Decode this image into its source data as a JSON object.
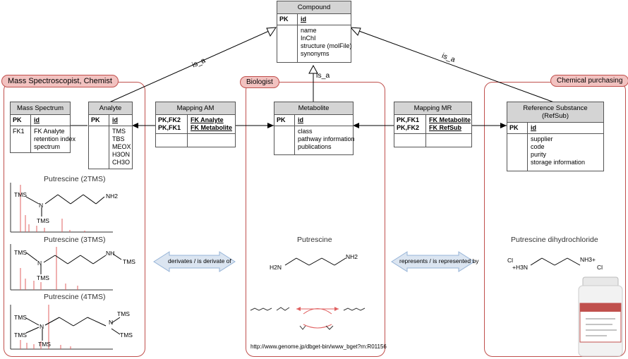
{
  "diagram": {
    "compound": {
      "title": "Compound",
      "pk": "PK",
      "id": "id",
      "attributes": [
        "name",
        "InChI",
        "structure (molFile)",
        "synonyms"
      ]
    },
    "isa_labels": [
      "is_a",
      "is_a",
      "is_a"
    ],
    "panels": {
      "left": "Mass Spectroscopist, Chemist",
      "middle": "Biologist",
      "right": "Chemical purchasing"
    },
    "mass_spectrum": {
      "title": "Mass Spectrum",
      "pk": "PK",
      "id": "id",
      "fk": "FK1",
      "attributes": [
        "FK Analyte",
        "retention index",
        "spectrum"
      ]
    },
    "analyte": {
      "title": "Analyte",
      "pk": "PK",
      "id": "id",
      "attributes": [
        "TMS",
        "TBS",
        "MEOX",
        "H3ON",
        "CH3O"
      ]
    },
    "mapping_am": {
      "title": "Mapping AM",
      "keys": [
        "PK,FK2",
        "PK,FK1"
      ],
      "values": [
        "FK Analyte",
        "FK Metabolite"
      ]
    },
    "metabolite": {
      "title": "Metabolite",
      "pk": "PK",
      "id": "id",
      "attributes": [
        "class",
        "pathway information",
        "publications"
      ]
    },
    "mapping_mr": {
      "title": "Mapping MR",
      "keys": [
        "PK,FK1",
        "PK,FK2"
      ],
      "values": [
        "FK Metabolite",
        "FK RefSub"
      ]
    },
    "reference_substance": {
      "title": "Reference Substance (RefSub)",
      "pk": "PK",
      "id": "id",
      "attributes": [
        "supplier",
        "code",
        "purity",
        "storage information"
      ]
    },
    "left_images": {
      "captions": [
        "Putrescine (2TMS)",
        "Putrescine (3TMS)",
        "Putrescine (4TMS)"
      ],
      "tms": "TMS",
      "n": "N",
      "nh2": "NH2",
      "nh": "NH"
    },
    "arrows": {
      "derivates": "derivates / is derivate of",
      "represents": "represents / is represented by"
    },
    "middle_images": {
      "caption": "Putrescine",
      "h2n": "H2N",
      "nh2": "NH2",
      "url": "http://www.genome.jp/dbget-bin/www_bget?rn:R01156"
    },
    "right_images": {
      "caption": "Putrescine dihydrochloride",
      "cl": "Cl",
      "h3n": "+H3N",
      "nh3": "NH3+"
    },
    "colors": {
      "panel_border": "#c0504d",
      "panel_tab": "#f2c2c0",
      "entity_header": "#d4d4d4",
      "arrow_fill": "#dbe5f1",
      "arrow_stroke": "#95b3d7",
      "spectrum_red": "#e06060",
      "spectrum_blue": "#6060e0"
    }
  }
}
